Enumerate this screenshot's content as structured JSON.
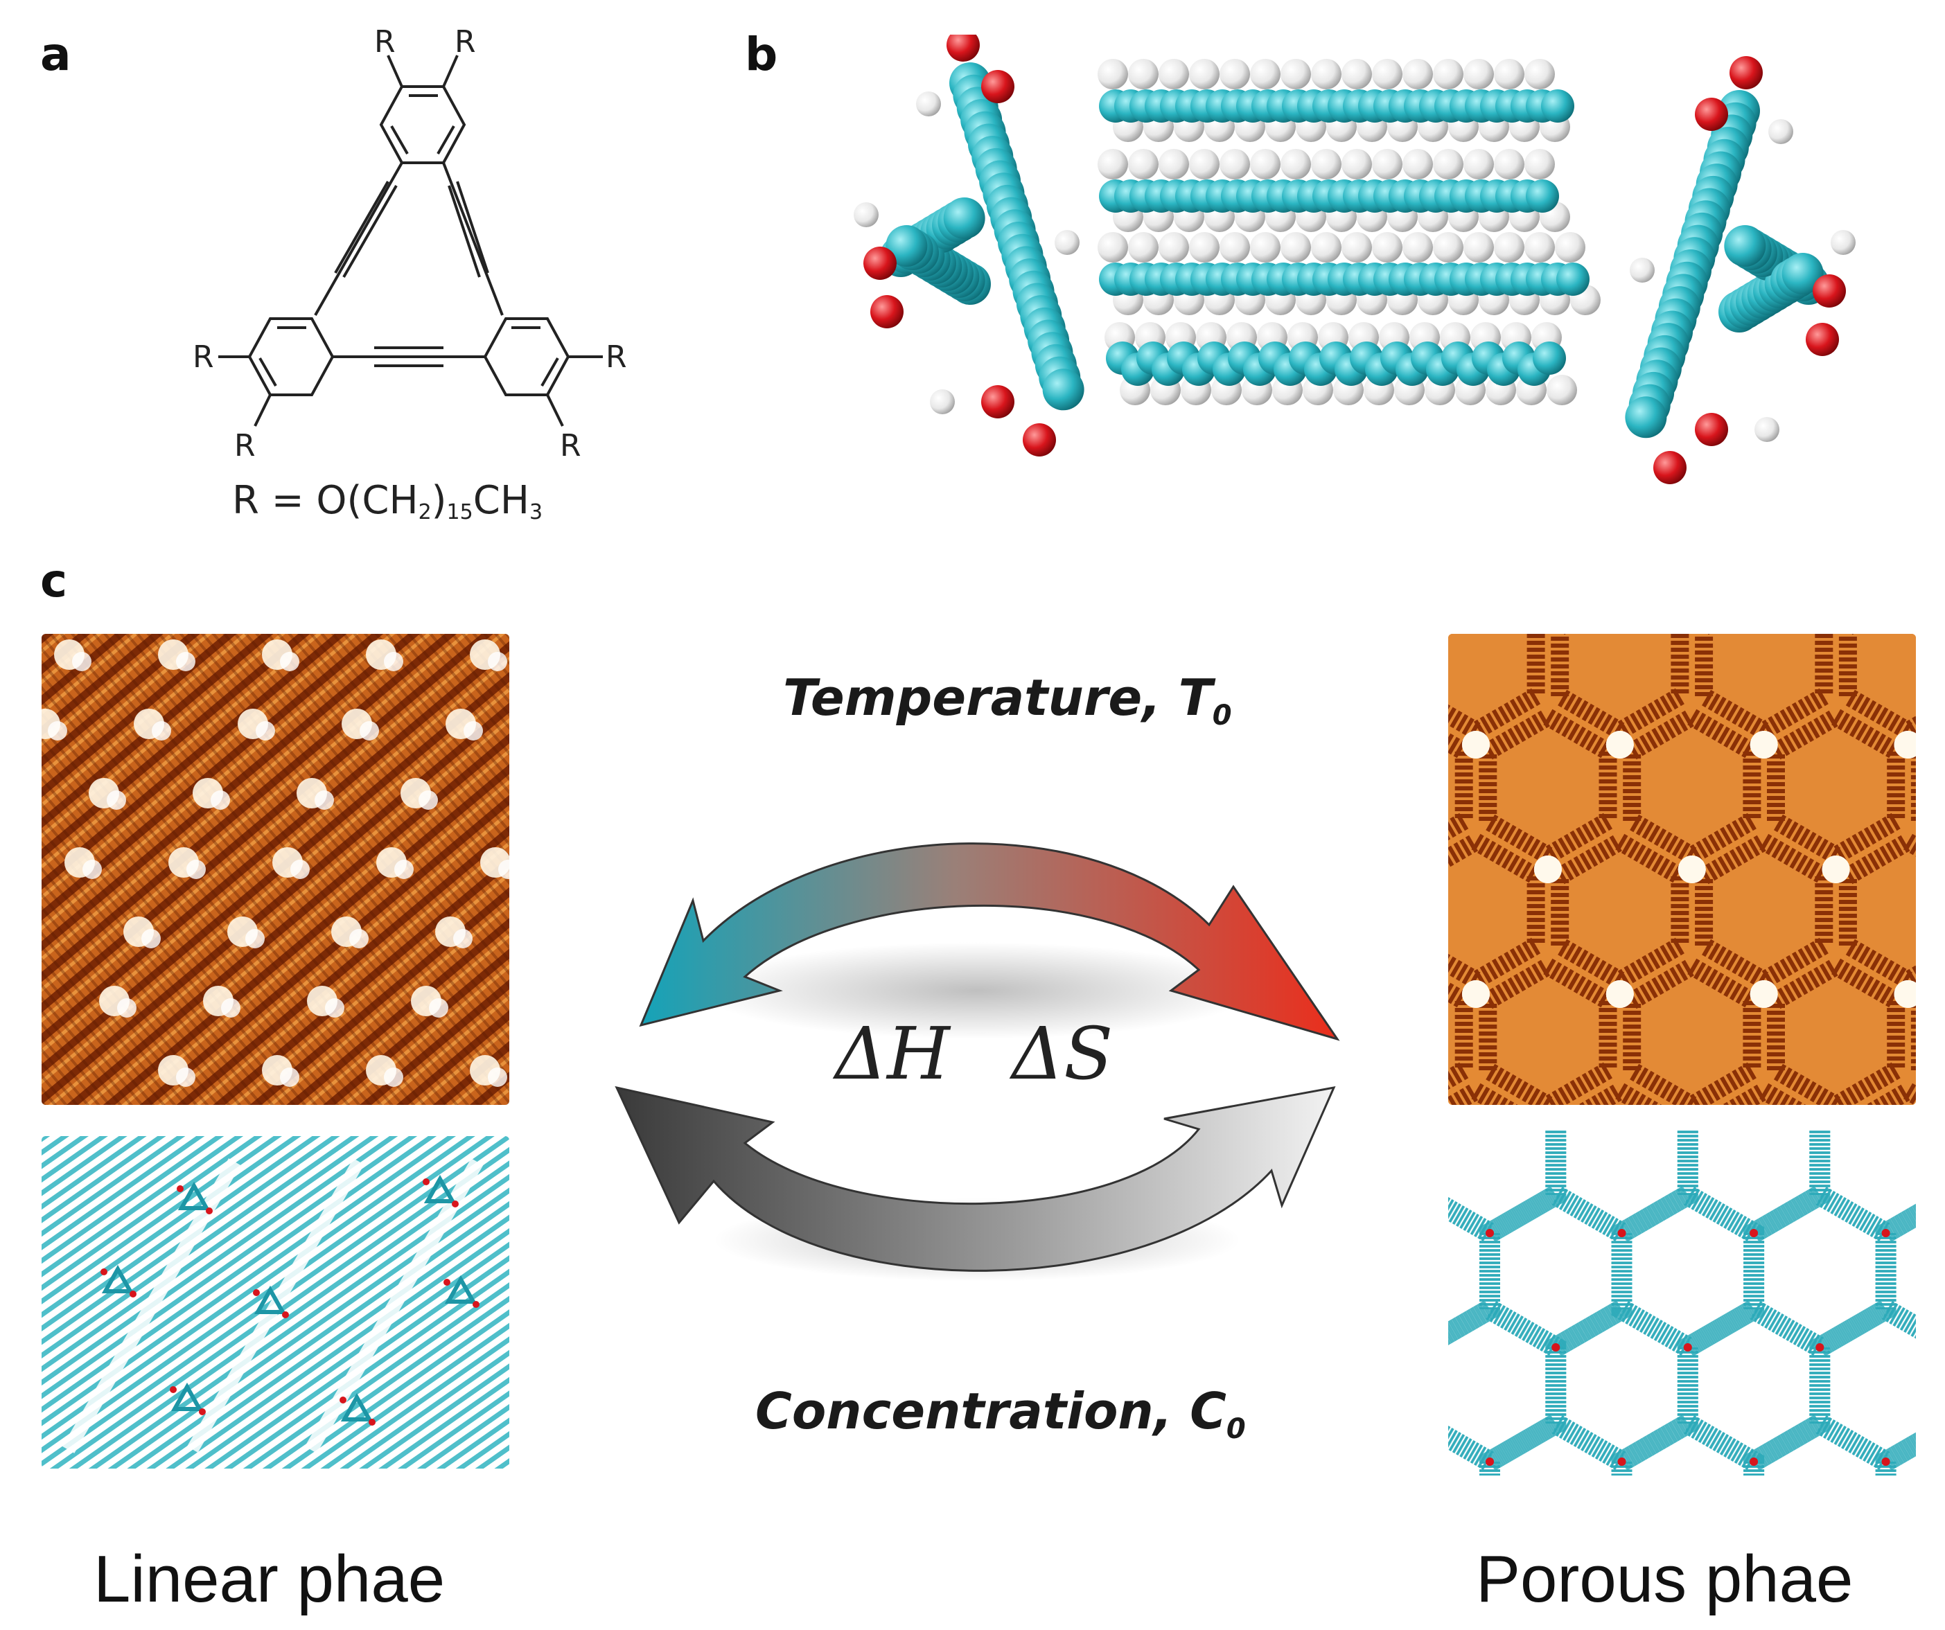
{
  "panels": {
    "a": {
      "label": "a",
      "r_label": "R",
      "formula_prefix": "R = O(CH",
      "formula_sub1": "2",
      "formula_mid": ")",
      "formula_sub2": "15",
      "formula_suffix": "CH",
      "formula_sub3": "3"
    },
    "b": {
      "label": "b"
    },
    "c": {
      "label": "c"
    }
  },
  "conditions": {
    "temperature": {
      "text": "Temperature, T",
      "sub": "0"
    },
    "concentration": {
      "text": "Concentration, C",
      "sub": "0"
    }
  },
  "thermo": {
    "dh": "ΔH",
    "ds": "ΔS"
  },
  "phases": {
    "linear": "Linear phae",
    "porous": "Porous phae"
  },
  "colors": {
    "carbon": "#2bb5c2",
    "oxygen": "#d8151c",
    "hydrogen": "#f2f2f2",
    "stm_dark": "#b0470c",
    "stm_light": "#f6b466",
    "arrow_blue": "#1aa3b5",
    "arrow_red": "#e43a25",
    "arrow_gray": "#555555"
  }
}
